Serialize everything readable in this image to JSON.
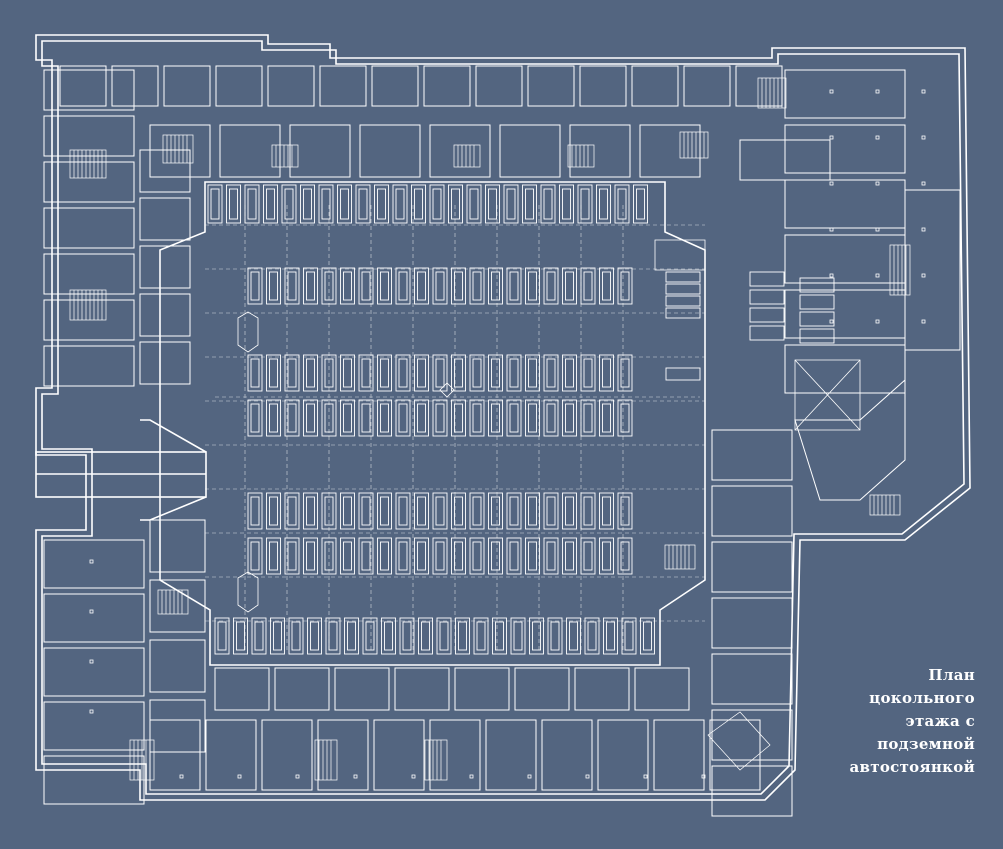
{
  "caption": {
    "lines": [
      "План",
      "цокольного",
      "этажа с",
      "подземной",
      "автостоянкой"
    ]
  },
  "colors": {
    "background": "#536580",
    "line": "#ffffff",
    "caption_text": "#ffffff"
  }
}
